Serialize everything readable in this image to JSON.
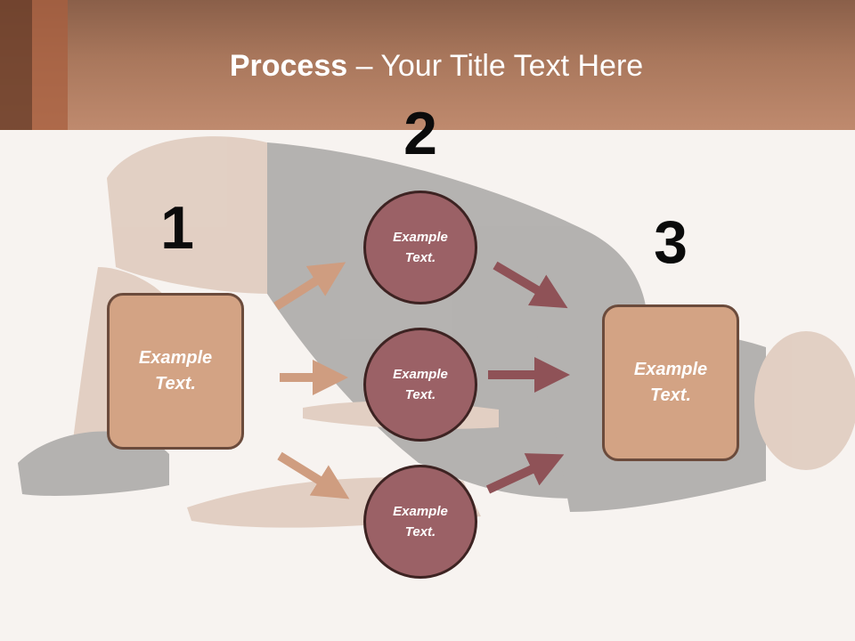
{
  "title": {
    "bold": "Process",
    "rest": " – Your Title Text Here"
  },
  "steps": [
    {
      "number": "1",
      "text": "Example Text."
    },
    {
      "number": "2",
      "text": "Example Text."
    },
    {
      "number": "3",
      "text": "Example Text."
    }
  ],
  "circles": [
    {
      "text": "Example Text."
    },
    {
      "text": "Example Text."
    },
    {
      "text": "Example Text."
    }
  ],
  "colors": {
    "header": "#b07c61",
    "box_fill": "#d3a384",
    "circle_fill": "#9b6166",
    "arrow_light": "#cf9d80",
    "arrow_dark": "#8f5257"
  }
}
